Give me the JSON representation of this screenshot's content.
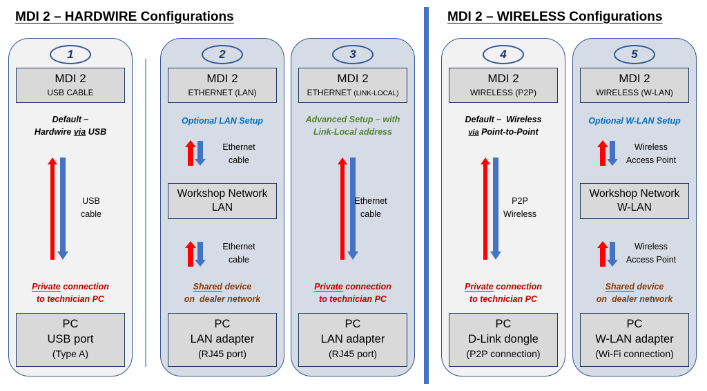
{
  "titles": {
    "hardwire": "MDI 2 – HARDWIRE Configurations",
    "wireless": "MDI 2 – WIRELESS Configurations"
  },
  "colors": {
    "card_light": "#f2f2f2",
    "card_blue": "#d6dce5",
    "border": "#2f5597",
    "box_fill": "#d9d9d9",
    "arrow_up": "#ff0000",
    "arrow_down": "#4472c4",
    "divider": "#4472c4",
    "subtitle_blue": "#0070c0",
    "subtitle_green": "#548235",
    "note_red": "#c00000",
    "note_brown": "#843c0c"
  },
  "cards": [
    {
      "number": "1",
      "top_box": {
        "title": "MDI 2",
        "subtitle": "USB CABLE"
      },
      "heading": {
        "line1": "Default –",
        "line2_pre": "Hardwire ",
        "line2_u": "via",
        "line2_post": " USB"
      },
      "link_label": {
        "line1": "USB",
        "line2": "cable"
      },
      "note": {
        "underlined": "Private",
        "rest1": " connection",
        "line2": "to technician PC"
      },
      "bottom_box": {
        "line1": "PC",
        "line2": "USB port",
        "line3": "(Type A)"
      }
    },
    {
      "number": "2",
      "top_box": {
        "title": "MDI 2",
        "subtitle": "ETHERNET (LAN)"
      },
      "heading": {
        "line1": "Optional LAN Setup"
      },
      "link_label_upper": {
        "line1": "Ethernet",
        "line2": "cable"
      },
      "middle_box": {
        "line1": "Workshop Network",
        "line2": "LAN"
      },
      "link_label_lower": {
        "line1": "Ethernet",
        "line2": "cable"
      },
      "note": {
        "underlined": "Shared",
        "rest1": " device",
        "line2": "on  dealer network"
      },
      "bottom_box": {
        "line1": "PC",
        "line2": "LAN adapter",
        "line3": "(RJ45 port)"
      }
    },
    {
      "number": "3",
      "top_box": {
        "title": "MDI 2",
        "subtitle_main": "ETHERNET ",
        "subtitle_small": "(LINK-LOCAL)"
      },
      "heading": {
        "line1": "Advanced Setup – with",
        "line2": "Link-Local address"
      },
      "link_label": {
        "line1": "Ethernet",
        "line2": "cable"
      },
      "note": {
        "underlined": "Private",
        "rest1": " connection",
        "line2": "to technician PC"
      },
      "bottom_box": {
        "line1": "PC",
        "line2": "LAN adapter",
        "line3": "(RJ45 port)"
      }
    },
    {
      "number": "4",
      "top_box": {
        "title": "MDI 2",
        "subtitle": "WIRELESS (P2P)"
      },
      "heading": {
        "line1": "Default –  Wireless",
        "line2_u": "via",
        "line2_post": " Point-to-Point"
      },
      "link_label": {
        "line1": "P2P",
        "line2": "Wireless"
      },
      "note": {
        "underlined": "Private",
        "rest1": " connection",
        "line2": "to technician PC"
      },
      "bottom_box": {
        "line1": "PC",
        "line2": "D-Link dongle",
        "line3": "(P2P connection)"
      }
    },
    {
      "number": "5",
      "top_box": {
        "title": "MDI 2",
        "subtitle": "WIRELESS (W-LAN)"
      },
      "heading": {
        "line1": "Optional W-LAN Setup"
      },
      "link_label_upper": {
        "line1": "Wireless",
        "line2": "Access Point"
      },
      "middle_box": {
        "line1": "Workshop Network",
        "line2": "W-LAN"
      },
      "link_label_lower": {
        "line1": "Wireless",
        "line2": "Access Point"
      },
      "note": {
        "underlined": "Shared",
        "rest1": " device",
        "line2": "on  dealer network"
      },
      "bottom_box": {
        "line1": "PC",
        "line2": "W-LAN adapter",
        "line3": "(Wi-Fi connection)"
      }
    }
  ]
}
